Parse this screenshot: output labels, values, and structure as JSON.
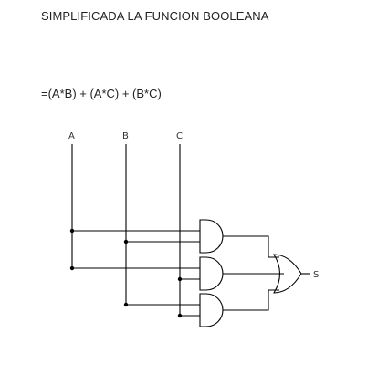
{
  "title": "SIMPLIFICADA LA FUNCION BOOLEANA",
  "expression": "=(A*B) + (A*C) + (B*C)",
  "circuit": {
    "inputs": [
      "A",
      "B",
      "C"
    ],
    "output": "S",
    "and_gates": [
      {
        "inputs": [
          "A",
          "B"
        ]
      },
      {
        "inputs": [
          "A",
          "C"
        ]
      },
      {
        "inputs": [
          "B",
          "C"
        ]
      }
    ],
    "or_gate": {
      "inputs": 3
    },
    "colors": {
      "wire": "#000000",
      "gate": "#000000"
    }
  }
}
